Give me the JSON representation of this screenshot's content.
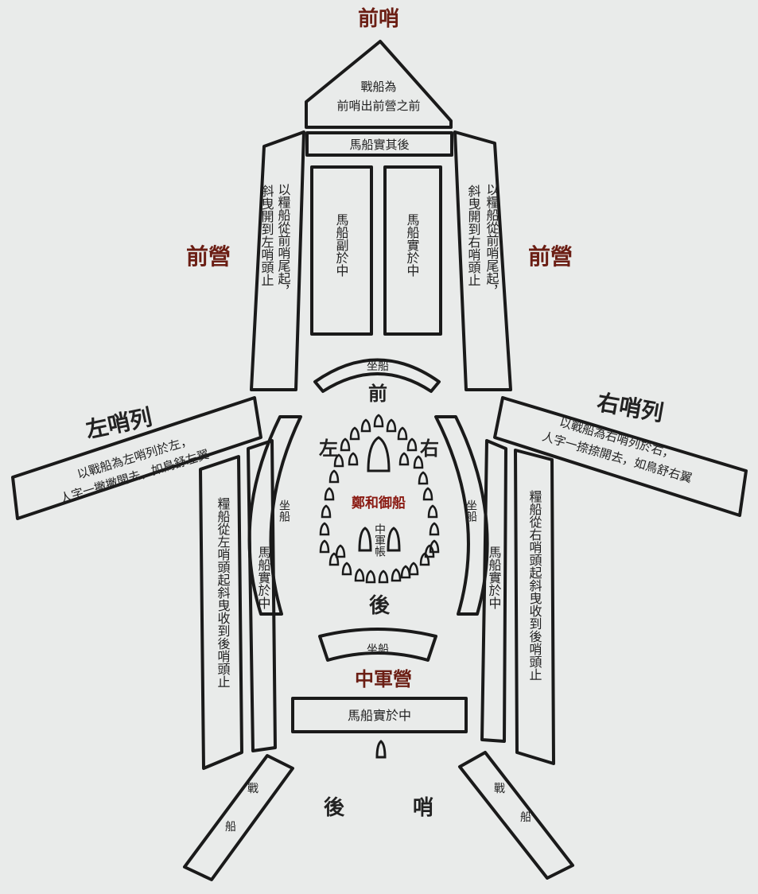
{
  "labels": {
    "front_sentry": "前哨",
    "front_camp_left": "前營",
    "front_camp_right": "前營",
    "left_sentry_column": "左哨列",
    "right_sentry_column": "右哨列",
    "central_camp": "中軍營",
    "rear_sentry_a": "後",
    "rear_sentry_b": "哨",
    "front": "前",
    "rear": "後",
    "left": "左",
    "right": "右",
    "zheng_he_ship": "鄭和御船",
    "central_tent": "中軍帳"
  },
  "texts": {
    "front_sentry_line1": "戰船為",
    "front_sentry_line2": "前哨出前營之前",
    "horse_ship_rear": "馬船實其後",
    "front_left_outer": "以糧船從前哨尾起，",
    "front_left_outer2": "斜曳開到左哨頭止",
    "front_right_outer": "以糧船從前哨尾起，",
    "front_right_outer2": "斜曳開到右哨頭止",
    "horse_ship_left_inner": "馬船副於中",
    "horse_ship_right_inner": "馬船實於中",
    "seat_ship_top": "坐船",
    "seat_ship_left": "坐船",
    "seat_ship_right": "坐船",
    "seat_ship_bottom": "坐船",
    "left_column_line1": "以戰船為左哨列於左，",
    "left_column_line2": "人字一撇撇開去，如鳥舒左翼",
    "right_column_line1": "以戰船為右哨列於右，",
    "right_column_line2": "人字一捺捺開去，如鳥舒右翼",
    "left_grain_ship": "糧船從左哨頭起斜曳收到後哨頭止",
    "right_grain_ship": "糧船從右哨頭起斜曳收到後哨頭止",
    "left_horse_ship": "馬船實於中",
    "right_horse_ship": "馬船實於中",
    "central_horse_ship": "馬船實於中",
    "rear_left_ship_a": "戰",
    "rear_left_ship_b": "船",
    "rear_right_ship_a": "戰",
    "rear_right_ship_b": "船"
  }
}
